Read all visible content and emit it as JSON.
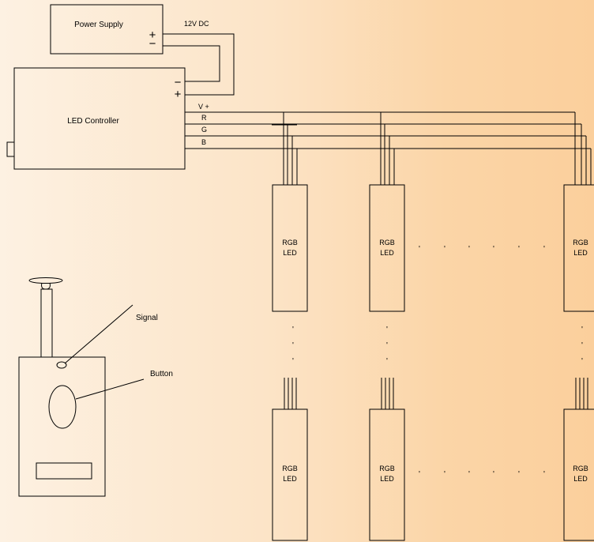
{
  "power_supply": {
    "label": "Power Supply",
    "plus": "+",
    "minus": "−"
  },
  "voltage_label": "12V DC",
  "controller": {
    "label": "LED Controller",
    "minus": "−",
    "plus": "+",
    "channels": [
      "V +",
      "R",
      "G",
      "B"
    ]
  },
  "led_label_line1": "RGB",
  "led_label_line2": "LED",
  "ellipsis_dot": "'",
  "remote": {
    "signal_label": "Signal",
    "button_label": "Button"
  }
}
